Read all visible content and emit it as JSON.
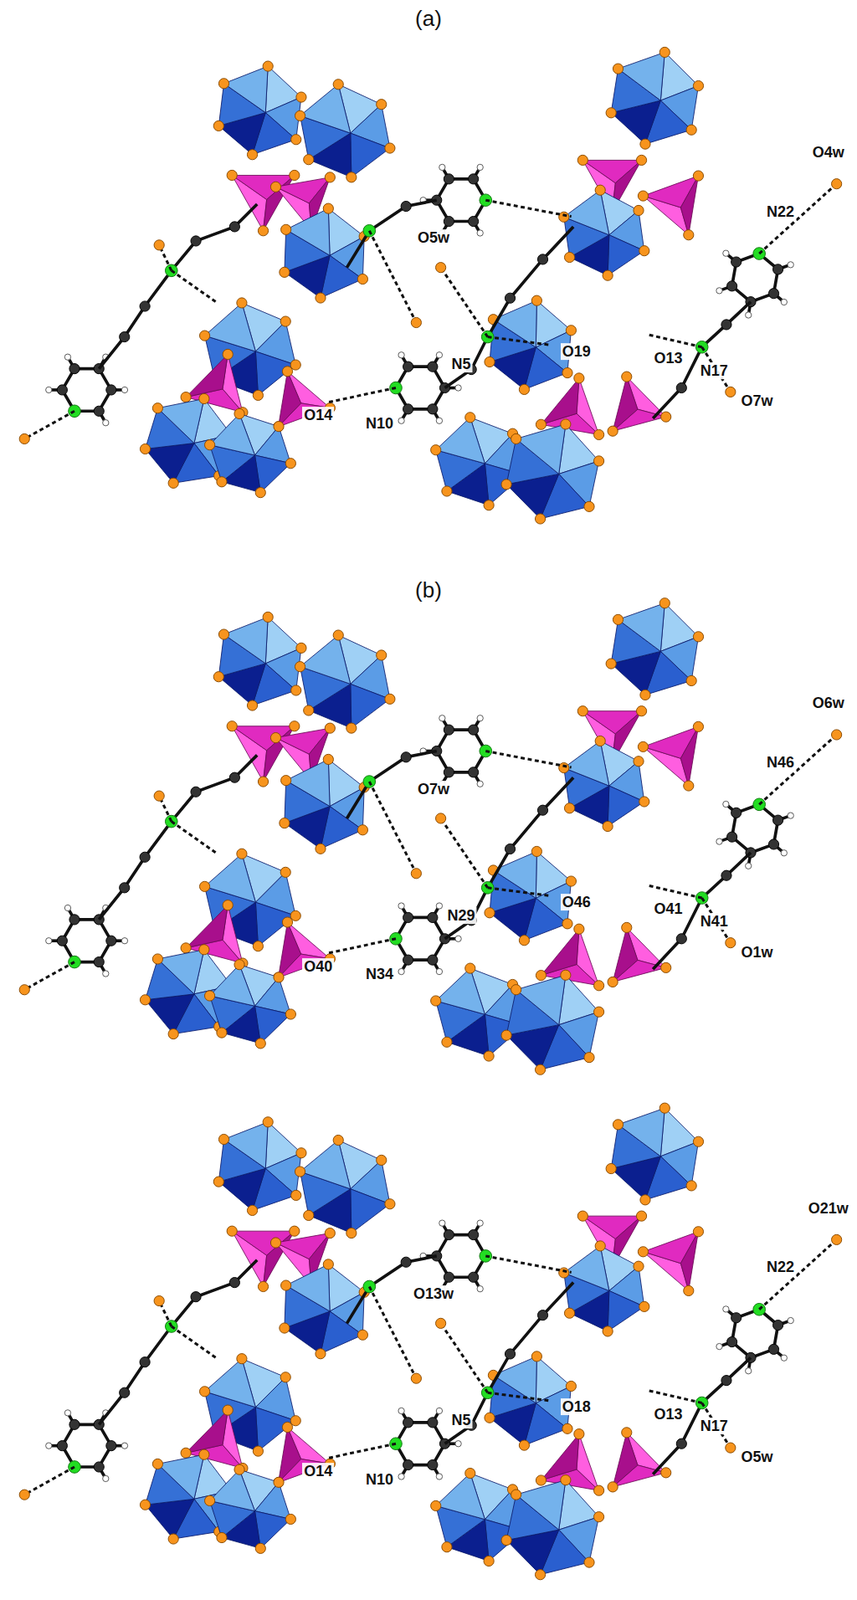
{
  "diagram": {
    "labels": [
      "(a)",
      "O4w",
      "N22",
      "O5w",
      "N5",
      "O13",
      "N17",
      "O19",
      "O7w",
      "O14",
      "N10",
      "(b)",
      "O6w",
      "N46",
      "O7w",
      "N29",
      "O41",
      "N41",
      "O46",
      "O1w",
      "O40",
      "N34",
      "O21w",
      "N22",
      "O13w",
      "N5",
      "O13",
      "N17",
      "O18",
      "O5w",
      "O14",
      "N10"
    ]
  }
}
